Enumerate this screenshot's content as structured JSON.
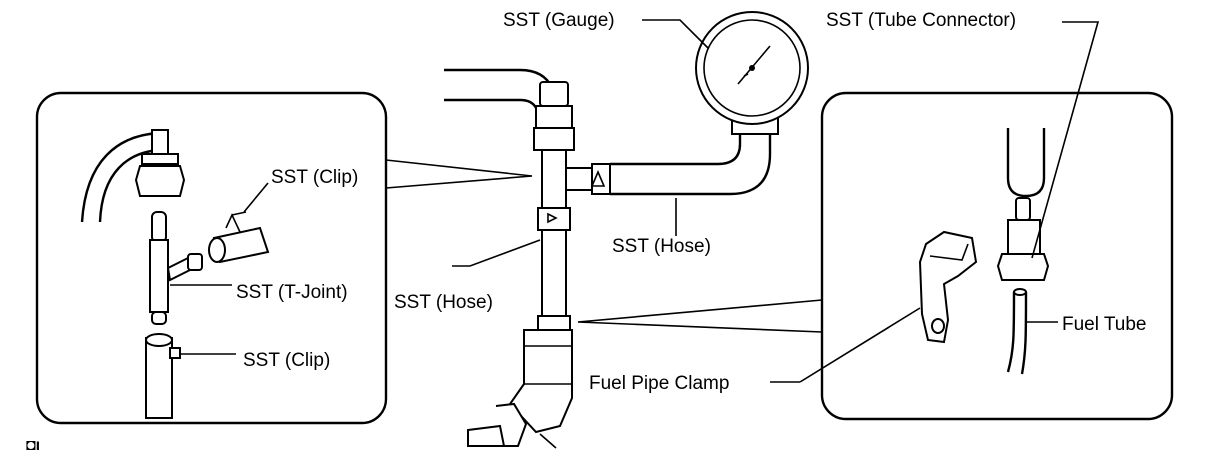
{
  "labels": {
    "gauge": "SST (Gauge)",
    "tube_connector": "SST (Tube Connector)",
    "clip_top": "SST (Clip)",
    "t_joint": "SST (T-Joint)",
    "clip_bottom": "SST (Clip)",
    "hose_left": "SST (Hose)",
    "hose_right": "SST (Hose)",
    "fuel_tube": "Fuel Tube",
    "fuel_pipe_clamp": "Fuel Pipe Clamp"
  },
  "corner_mark": "◘ı"
}
